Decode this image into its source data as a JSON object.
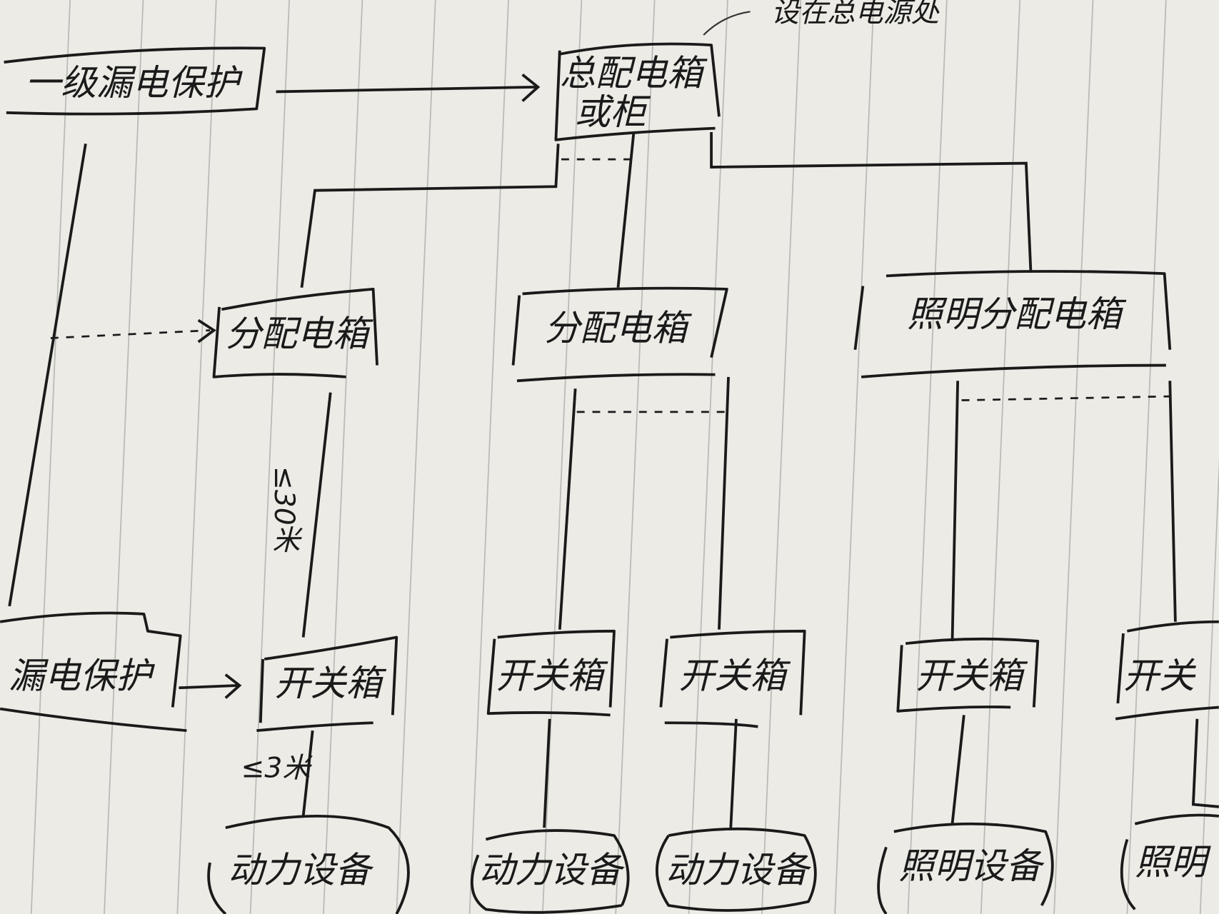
{
  "paper": {
    "background": "#ecebe6",
    "ink": "#1a1a1a",
    "ruled_lines": true
  },
  "level1_protection": "一级漏电保护",
  "main_box": {
    "line1": "总配电箱",
    "line2": "或柜"
  },
  "main_annotation": "设在总电源处",
  "distribution_boxes": [
    "分配电箱",
    "分配电箱",
    "照明分配电箱"
  ],
  "level2_protection": "漏电保护",
  "switch_boxes": [
    "开关箱",
    "开关箱",
    "开关箱",
    "开关箱",
    "开关"
  ],
  "devices": [
    "动力设备",
    "动力设备",
    "动力设备",
    "照明设备",
    "照明"
  ],
  "distance_upper": "≤30米",
  "distance_lower": "≤3米"
}
